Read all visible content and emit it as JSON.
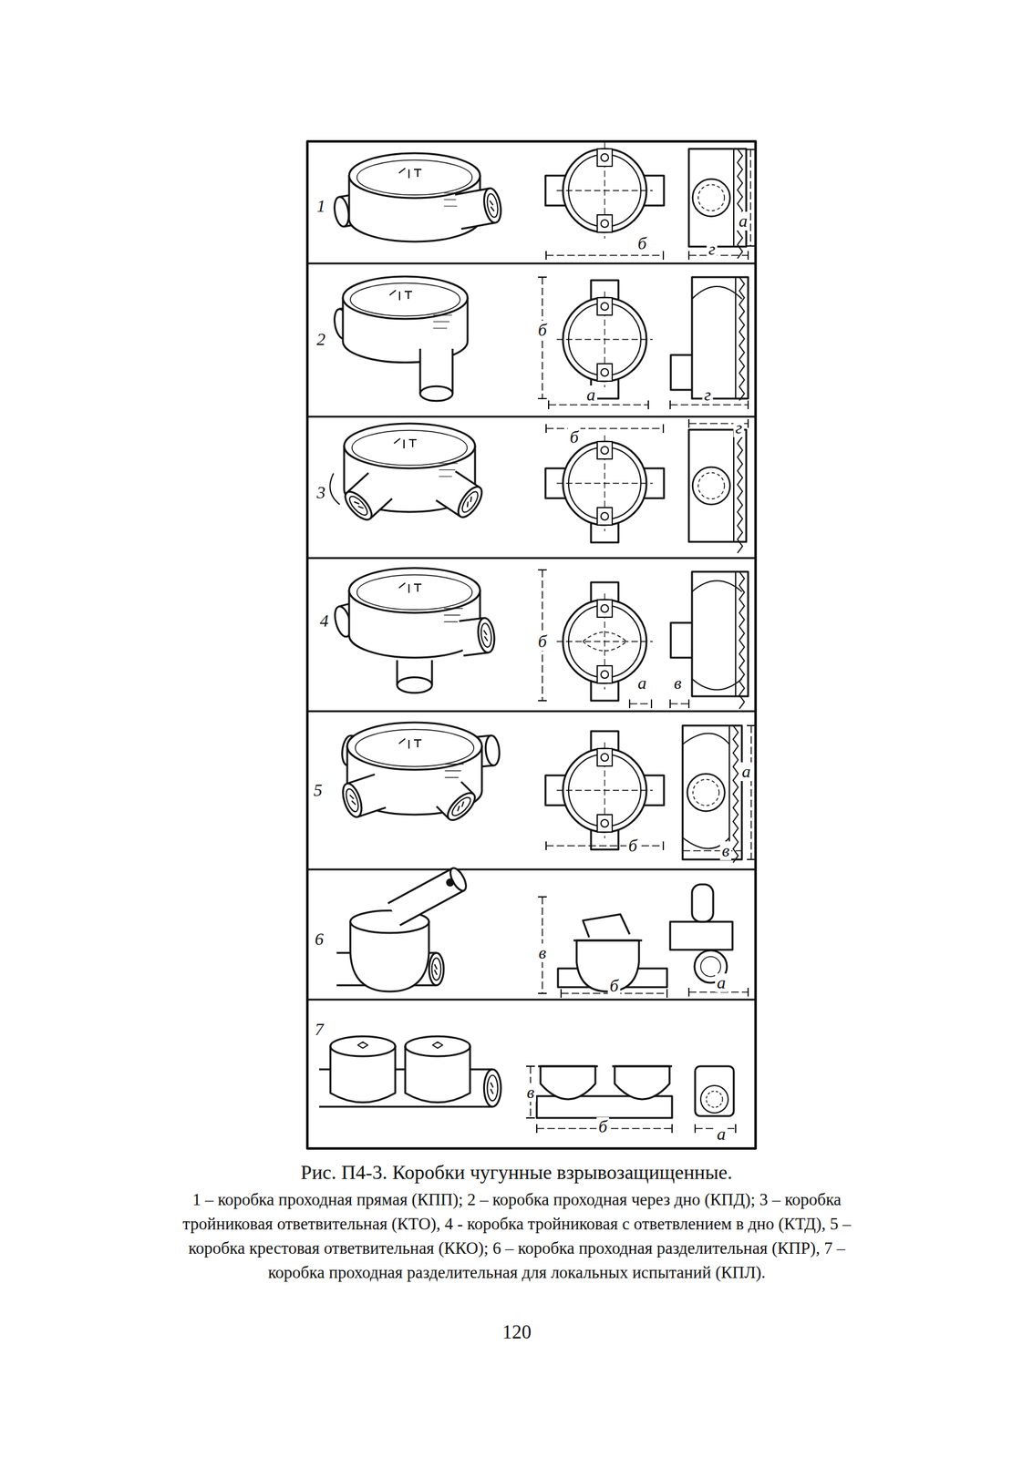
{
  "diagram": {
    "title": "Рис. П4-3. Коробки чугунные взрывозащищенные.",
    "caption": "1 – коробка проходная прямая (КПП); 2 – коробка проходная через дно (КПД); 3 – коробка тройниковая ответвительная (КТО), 4 - коробка тройниковая с ответвлением в дно (КТД), 5 – коробка крестовая ответвительная (ККО); 6 – коробка проходная разделительная (КПР), 7 – коробка проходная разделительная для локальных испытаний (КПЛ).",
    "labels": [
      "1",
      "б",
      "а",
      "г",
      "2",
      "б",
      "а",
      "г",
      "3",
      "б",
      "г",
      "4",
      "б",
      "а",
      "в",
      "5",
      "б",
      "а",
      "в",
      "6",
      "в",
      "б",
      "а",
      "7",
      "в",
      "б",
      "а",
      "120"
    ]
  }
}
